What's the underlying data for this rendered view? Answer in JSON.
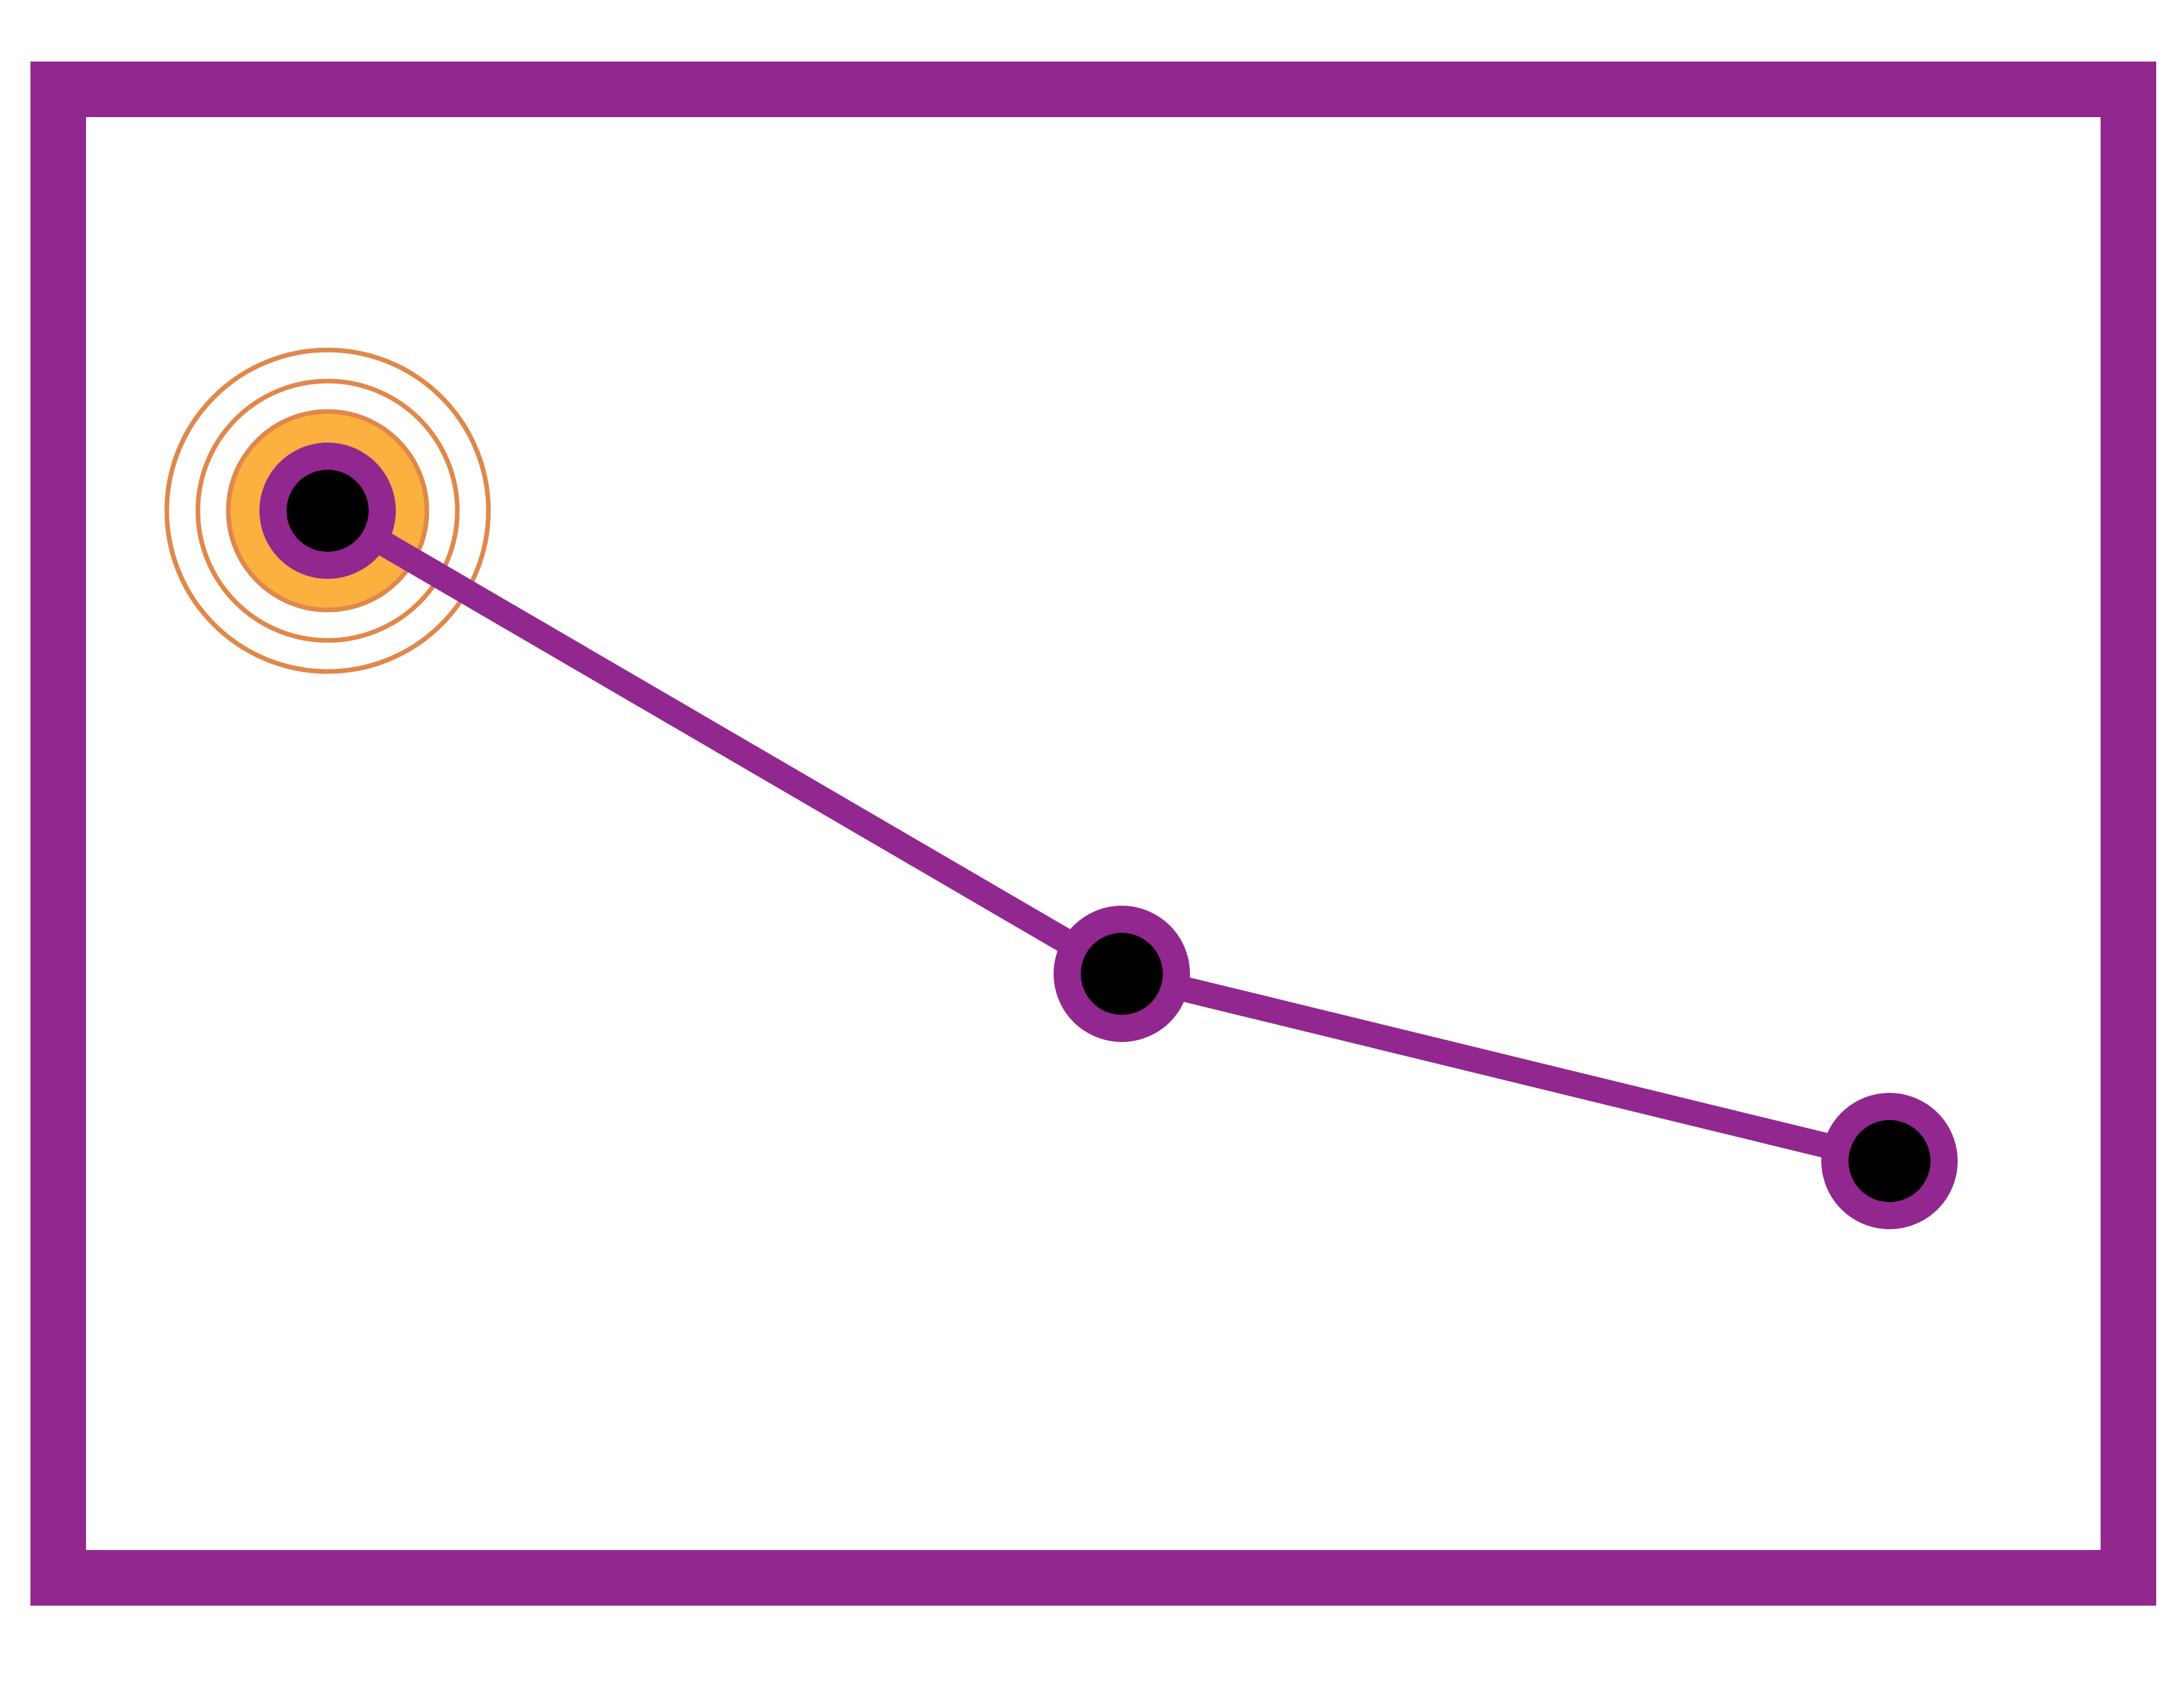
{
  "diagram": {
    "frame_color": "#92278f",
    "route_color": "#92278f",
    "node_fill": "#000000",
    "node_ring": "#92278f",
    "highlight_fill": "#fbb040",
    "highlight_ring": "#e0884a",
    "nodes": [
      {
        "id": "node-1",
        "highlighted": true
      },
      {
        "id": "node-2",
        "highlighted": false
      },
      {
        "id": "node-3",
        "highlighted": false
      }
    ],
    "edges": [
      {
        "from": "node-1",
        "to": "node-2"
      },
      {
        "from": "node-2",
        "to": "node-3"
      }
    ]
  }
}
